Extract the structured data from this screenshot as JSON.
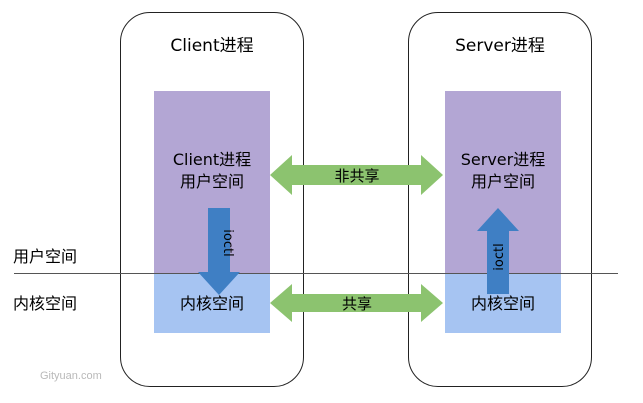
{
  "side_labels": {
    "user_space": "用户空间",
    "kernel_space": "内核空间"
  },
  "client": {
    "title": "Client进程",
    "user_line1": "Client进程",
    "user_line2": "用户空间",
    "kernel_label": "内核空间",
    "ioctl_label": "ioctl"
  },
  "server": {
    "title": "Server进程",
    "user_line1": "Server进程",
    "user_line2": "用户空间",
    "kernel_label": "内核空间",
    "ioctl_label": "ioctl"
  },
  "arrows": {
    "non_shared": "非共享",
    "shared": "共享"
  },
  "watermark": "Gityuan.com",
  "colors": {
    "user_region": "#b3a6d4",
    "kernel_region": "#a6c4f2",
    "shared_arrow": "#8cc36f",
    "ioctl_arrow": "#3f7fc4"
  }
}
